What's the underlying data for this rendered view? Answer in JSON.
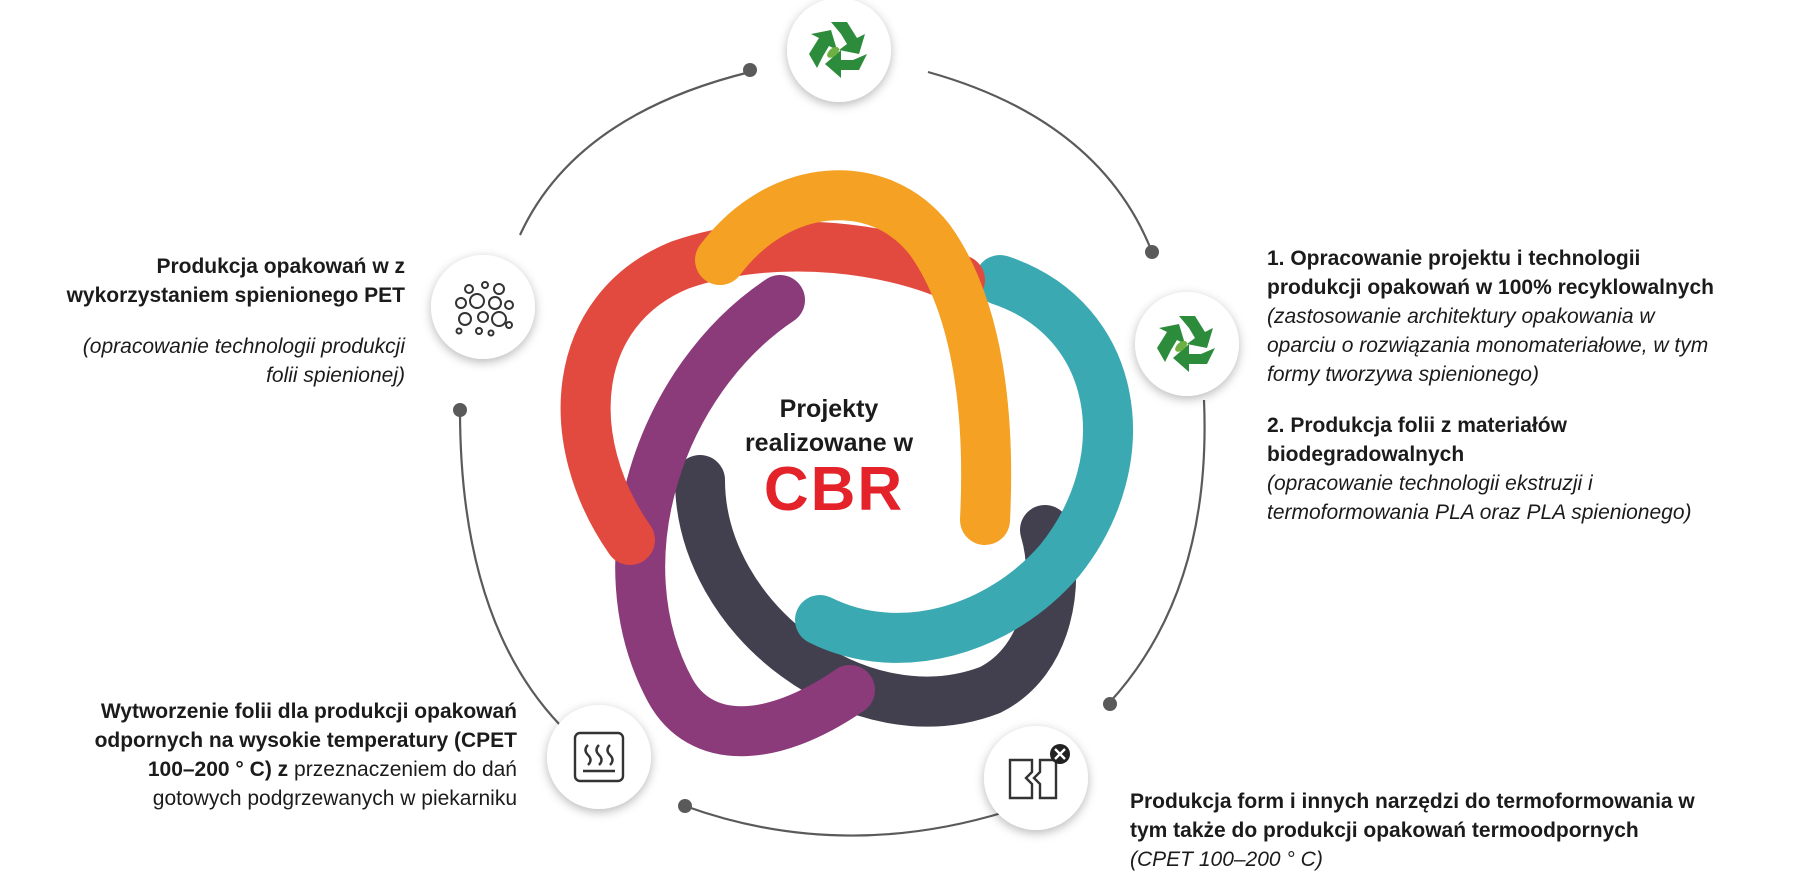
{
  "center": {
    "title_line1": "Projekty",
    "title_line2": "realizowane w",
    "logo_text": "CBR"
  },
  "colors": {
    "orange": "#f4a124",
    "red": "#e24a3f",
    "teal": "#3aa9b2",
    "purple": "#8b3a7a",
    "dark": "#42404e",
    "connector": "#5a5a5a",
    "icon_green": "#2d8b3c"
  },
  "icons": {
    "top": "recycle-leaf-icon",
    "right": "recycle-leaf-icon",
    "left": "foam-bubbles-icon",
    "bottom_left": "heat-tray-icon",
    "bottom_right": "mold-tool-icon"
  },
  "right_block": {
    "item1_title_line1": "1. Opracowanie projektu i technologii",
    "item1_title_line2": "produkcji opakowań w 100% recyklowalnych",
    "item1_desc_line1": "(zastosowanie architektury opakowania w",
    "item1_desc_line2": "oparciu o rozwiązania monomateriałowe, w tym",
    "item1_desc_line3": "formy tworzywa spienionego)",
    "item2_title_line1": "2. Produkcja folii z materiałów",
    "item2_title_line2": "biodegradowalnych",
    "item2_desc_line1": "(opracowanie technologii ekstruzji i",
    "item2_desc_line2": "termoformowania PLA oraz PLA spienionego)"
  },
  "left_block": {
    "title_line1": "Produkcja opakowań w z",
    "title_line2": "wykorzystaniem spienionego PET",
    "desc_line1": "(opracowanie technologii produkcji",
    "desc_line2": "folii spienionej)"
  },
  "bottom_left_block": {
    "line1": "Wytworzenie folii dla produkcji opakowań",
    "line2": "odpornych na wysokie temperatury (CPET",
    "line3_bold": "100–200 ° C) z",
    "line3_normal": "przeznaczeniem do dań",
    "line4": "gotowych podgrzewanych w piekarniku"
  },
  "bottom_right_block": {
    "title_line1": "Produkcja form i innych narzędzi do termoformowania w",
    "title_line2": "tym także do produkcji opakowań termoodpornych",
    "desc_line1": "(CPET 100–200 ° C)"
  }
}
